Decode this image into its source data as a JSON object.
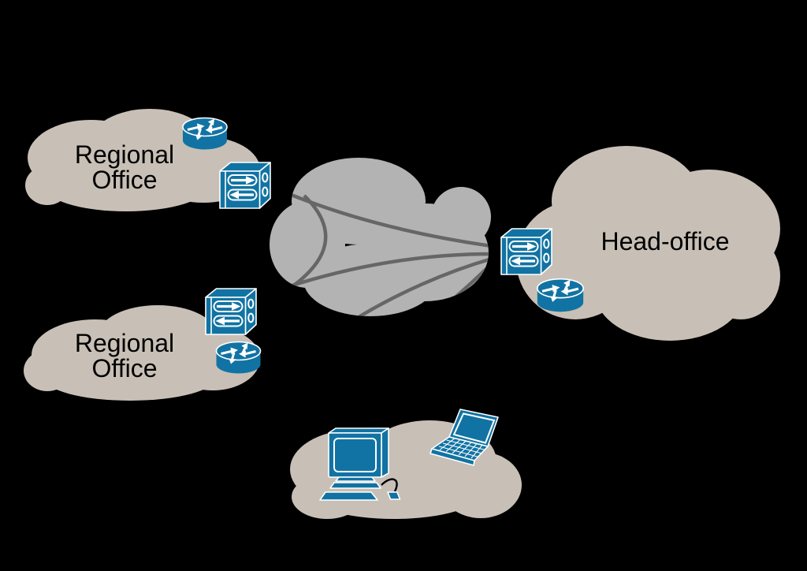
{
  "diagram": {
    "type": "network-topology",
    "colors": {
      "background_color": "#000000",
      "site_cloud_fill": "#c8c0b6",
      "wan_cloud_fill": "#b3b3b3",
      "wan_link_stroke": "#666666",
      "device_fill": "#1173a3",
      "device_detail_color": "#ffffff",
      "label_color": "#000000",
      "mouse_cable_color": "#000000"
    },
    "sites": [
      {
        "id": "regional-office-top",
        "label": "Regional\nOffice",
        "devices": [
          "router-icon",
          "switch-icon"
        ]
      },
      {
        "id": "regional-office-bottom",
        "label": "Regional\nOffice",
        "devices": [
          "switch-icon",
          "router-icon"
        ]
      },
      {
        "id": "head-office",
        "label": "Head-office",
        "devices": [
          "switch-icon",
          "router-icon"
        ]
      },
      {
        "id": "wan-transport-cloud",
        "label": "",
        "wan_link_count": 5
      },
      {
        "id": "client-devices-cloud",
        "label": "",
        "devices": [
          "desktop-computer-icon",
          "laptop-icon"
        ]
      }
    ]
  }
}
